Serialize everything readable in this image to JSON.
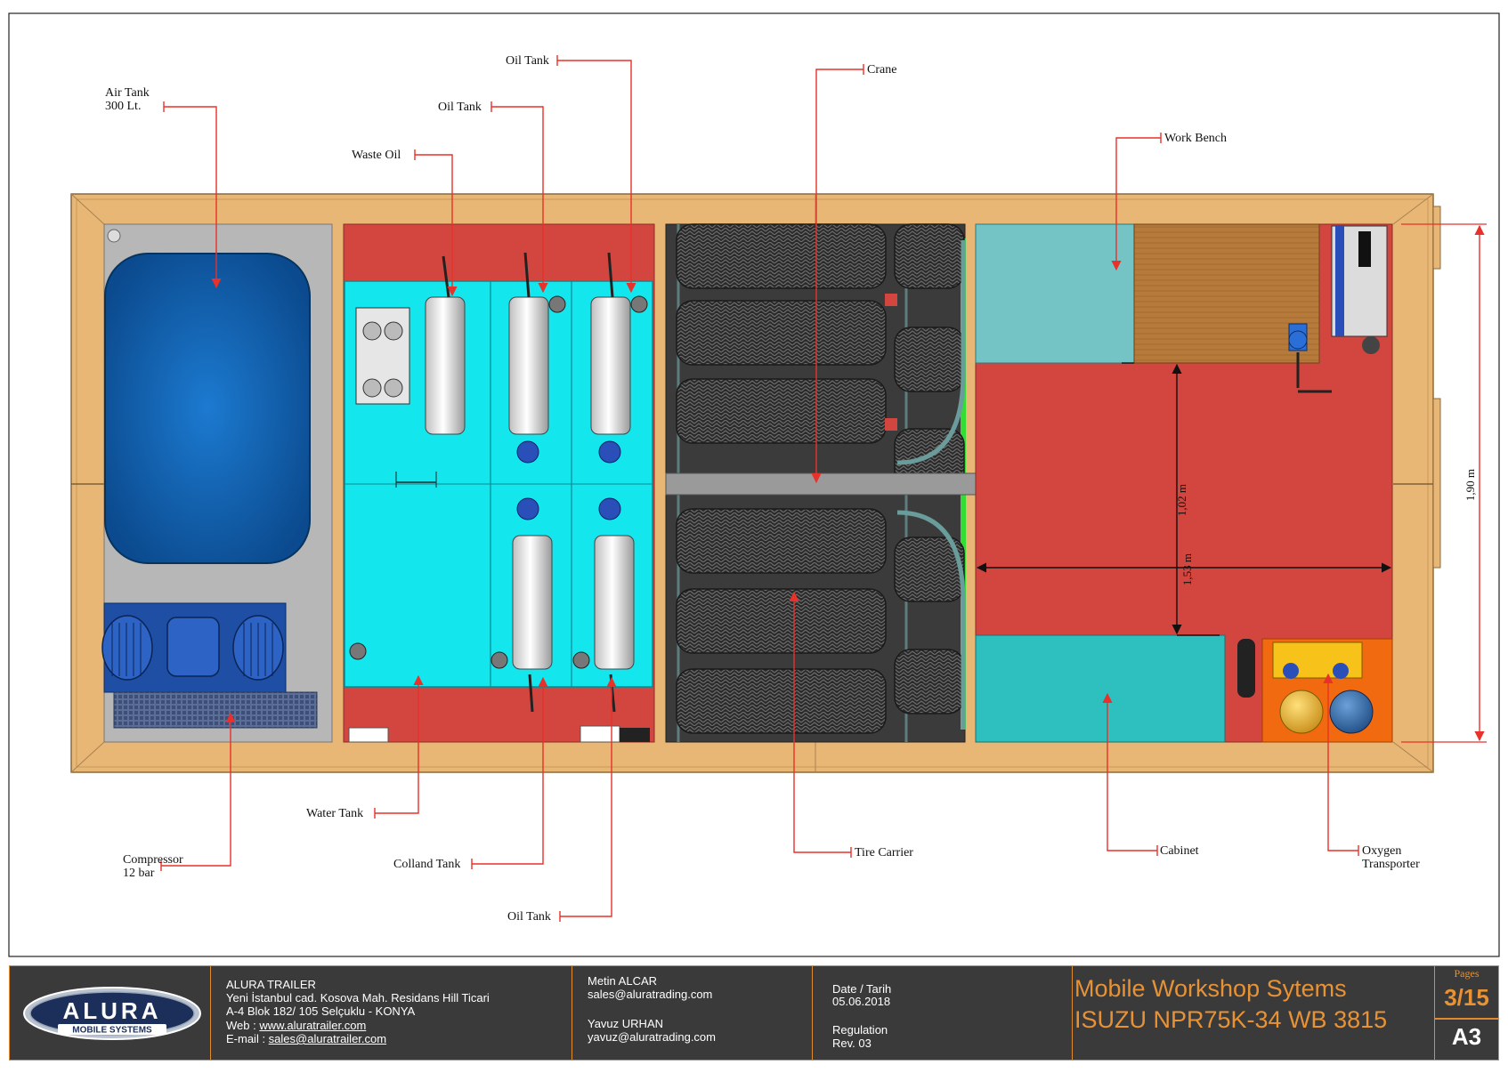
{
  "labels": {
    "air_tank": [
      "Air Tank",
      "300 Lt."
    ],
    "waste_oil": "Waste Oil",
    "oil_tank_1": "Oil Tank",
    "oil_tank_2": "Oil Tank",
    "oil_tank_3": "Oil Tank",
    "crane": "Crane",
    "work_bench": "Work Bench",
    "compressor": [
      "Compressor",
      "12 bar"
    ],
    "water_tank": "Water Tank",
    "colland_tank": "Colland Tank",
    "tire_carrier": "Tire Carrier",
    "cabinet": "Cabinet",
    "oxygen_transporter": [
      "Oxygen",
      "Transporter"
    ]
  },
  "dimensions": {
    "height": "1,90 m",
    "vertical": "1,02 m",
    "horizontal": "1,53 m"
  },
  "title_block": {
    "logo_text": "ALURA",
    "logo_subtext": "MOBILE SYSTEMS",
    "company": "ALURA TRAILER",
    "address_1": "Yeni İstanbul  cad. Kosova Mah. Residans Hill Ticari",
    "address_2": "A-4 Blok 182/ 105 Selçuklu - KONYA",
    "web_label": "Web : ",
    "web": "www.aluratrailer.com",
    "email_label": "E-mail : ",
    "email": "sales@aluratrailer.com",
    "contact_1_name": "Metin ALCAR",
    "contact_1_email": "sales@aluratrading.com",
    "contact_2_name": "Yavuz URHAN",
    "contact_2_email": "yavuz@aluratrading.com",
    "date_label": "Date / Tarih",
    "date": "05.06.2018",
    "regulation_label": "Regulation",
    "revision": "Rev. 03",
    "title_1": "Mobile Workshop Sytems",
    "title_2": "ISUZU NPR75K-34 WB 3815",
    "pages_label": "Pages",
    "pages": "3/15",
    "paper_size": "A3"
  },
  "colors": {
    "frame_wood": "#e8b775",
    "floor_red": "#d2463f",
    "tank_cyan": "#14e6ee",
    "cabinet_teal": "#5fc2c4",
    "air_tank_blue": "#0d5ea8",
    "leader_red": "#e8312a",
    "accent_orange": "#e08a2e"
  }
}
